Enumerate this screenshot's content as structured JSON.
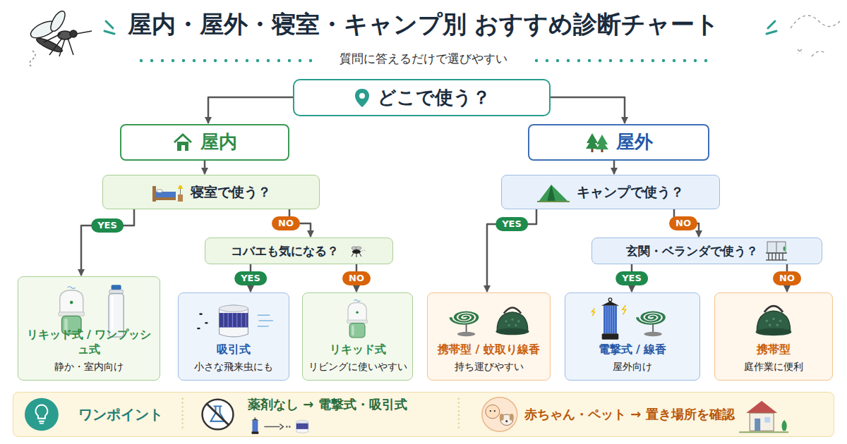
{
  "diagram": {
    "title": "屋内・屋外・寝室・キャンプ別 おすすめ診断チャート",
    "caption": "質問に答えるだけで選びやすい",
    "nodes": [
      {
        "text": [
          "どこで使う？"
        ]
      },
      {
        "text": [
          "屋内"
        ]
      },
      {
        "text": [
          "屋外"
        ]
      },
      {
        "text": [
          "寝室で使う？"
        ]
      },
      {
        "text": [
          "キャンプで使う？"
        ]
      },
      {
        "text": [
          "コバエも気になる？"
        ]
      },
      {
        "text": [
          "玄関・ベランダで使う？"
        ]
      },
      {
        "text": [
          "リキッド式 / ワンプッシュ式",
          "静か・室内向け"
        ]
      },
      {
        "text": [
          "吸引式",
          "小さな飛来虫にも"
        ]
      },
      {
        "text": [
          "リキッド式",
          "リビングに使いやすい"
        ]
      },
      {
        "text": [
          "携帯型 / 蚊取り線香",
          "持ち運びやすい"
        ]
      },
      {
        "text": [
          "電撃式 / 線香",
          "屋外向け"
        ]
      },
      {
        "text": [
          "携帯型",
          "庭作業に便利"
        ]
      },
      {
        "text": [
          "ワンポイント",
          "薬剤なし → 電撃式・吸引式",
          "赤ちゃん・ペット → 置き場所を確認"
        ]
      }
    ],
    "edges": [
      {
        "from": 0,
        "to": 1,
        "arrow": "to"
      },
      {
        "from": 0,
        "to": 2,
        "arrow": "to"
      },
      {
        "from": 1,
        "to": 3,
        "arrow": "to"
      },
      {
        "from": 2,
        "to": 4,
        "arrow": "to"
      },
      {
        "from": 3,
        "to": 7,
        "label": "YES",
        "arrow": "to"
      },
      {
        "from": 3,
        "to": 5,
        "label": "NO",
        "arrow": "to"
      },
      {
        "from": 5,
        "to": 8,
        "label": "YES",
        "arrow": "to"
      },
      {
        "from": 5,
        "to": 9,
        "label": "NO",
        "arrow": "to"
      },
      {
        "from": 4,
        "to": 10,
        "label": "YES",
        "arrow": "to"
      },
      {
        "from": 4,
        "to": 6,
        "label": "NO",
        "arrow": "to"
      },
      {
        "from": 6,
        "to": 11,
        "label": "YES",
        "arrow": "to"
      },
      {
        "from": 6,
        "to": 12,
        "label": "NO",
        "arrow": "to"
      }
    ]
  }
}
